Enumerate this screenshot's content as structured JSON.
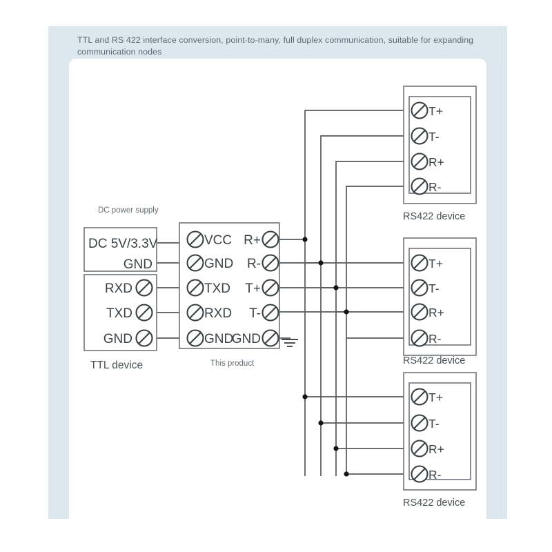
{
  "caption": "TTL and RS 422 interface conversion, point-to-many, full duplex communication, suitable for expanding communication nodes",
  "colors": {
    "frame_band": "#dde8ee",
    "canvas": "#ffffff",
    "wire": "#55595c",
    "box_stroke": "#6f7579",
    "terminal": "#3a3f42",
    "caption_text": "#5b6a73"
  },
  "labels": {
    "dc_power_supply": "DC power supply",
    "ttl_device": "TTL device",
    "this_product": "This product",
    "rs422_device": "RS422 device"
  },
  "dc_box": {
    "name": "DC power supply",
    "rows": [
      {
        "label": "DC 5V/3.3V"
      },
      {
        "label": "GND"
      }
    ]
  },
  "ttl_box": {
    "name": "TTL device",
    "rows": [
      {
        "label": "RXD"
      },
      {
        "label": "TXD"
      },
      {
        "label": "GND"
      }
    ]
  },
  "product_box": {
    "name": "This product",
    "left_terminals": [
      "VCC",
      "GND",
      "TXD",
      "RXD",
      "GND"
    ],
    "right_terminals": [
      "R+",
      "R-",
      "T+",
      "T-",
      "GND"
    ],
    "ground_symbol": "earth-ground"
  },
  "rs422_devices": [
    {
      "name": "RS422 device",
      "terminals": [
        "T+",
        "T-",
        "R+",
        "R-"
      ]
    },
    {
      "name": "RS422 device",
      "terminals": [
        "T+",
        "T-",
        "R+",
        "R-"
      ]
    },
    {
      "name": "RS422 device",
      "terminals": [
        "T+",
        "T-",
        "R+",
        "R-"
      ]
    }
  ],
  "connections": {
    "power": [
      {
        "from": "DC 5V/3.3V",
        "to": "VCC"
      },
      {
        "from": "GND",
        "to": "GND"
      }
    ],
    "ttl": [
      {
        "from": "RXD",
        "to": "TXD"
      },
      {
        "from": "TXD",
        "to": "RXD"
      },
      {
        "from": "GND",
        "to": "GND"
      }
    ],
    "bus": [
      {
        "from": "R+",
        "to": "T+ of all RS422 devices"
      },
      {
        "from": "R-",
        "to": "T- of all RS422 devices"
      },
      {
        "from": "T+",
        "to": "R+ of all RS422 devices"
      },
      {
        "from": "T-",
        "to": "R- of all RS422 devices"
      }
    ]
  }
}
